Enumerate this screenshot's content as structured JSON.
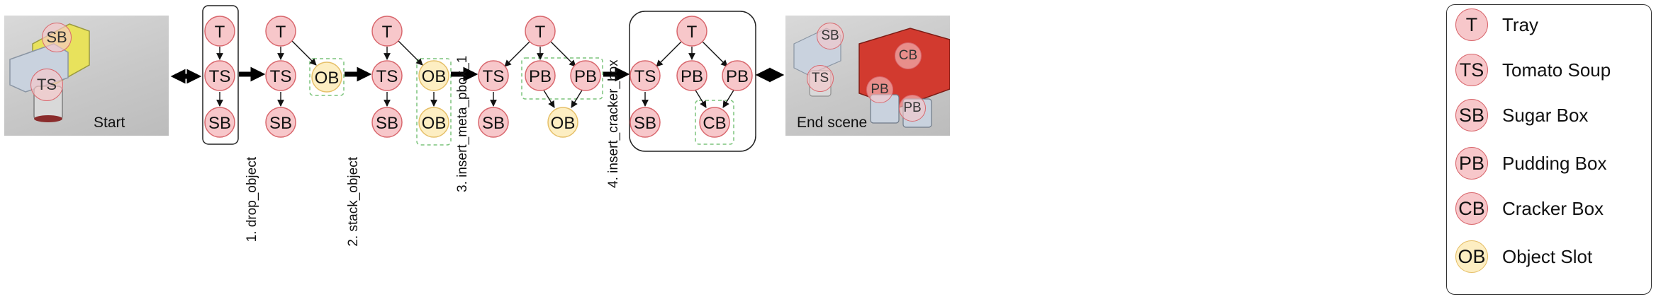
{
  "colors": {
    "object_node_fill": "#f7c7ca",
    "object_node_stroke": "#d9686e",
    "slot_node_fill": "#fdeec2",
    "slot_node_stroke": "#e6c06a",
    "group_dashed_stroke": "#7cc47c"
  },
  "scenes": {
    "start": {
      "label": "Start scene",
      "overlay_nodes": [
        "SB",
        "TS"
      ]
    },
    "end": {
      "label": "End scene",
      "overlay_nodes": [
        "SB",
        "TS",
        "CB",
        "PB",
        "PB"
      ]
    }
  },
  "steps": [
    "1. drop_object",
    "2. stack_object",
    "3. insert_meta_pbox_1",
    "4. insert_cracker_box"
  ],
  "graphs": [
    {
      "nodes": [
        "T",
        "TS",
        "SB"
      ]
    },
    {
      "nodes": [
        "T",
        "TS",
        "SB",
        "OB"
      ]
    },
    {
      "nodes": [
        "T",
        "TS",
        "SB",
        "OB",
        "OB"
      ]
    },
    {
      "nodes": [
        "T",
        "TS",
        "SB",
        "PB",
        "PB",
        "OB"
      ]
    },
    {
      "nodes": [
        "T",
        "TS",
        "SB",
        "PB",
        "PB",
        "CB"
      ]
    }
  ],
  "legend": [
    {
      "abbr": "T",
      "label": "Tray",
      "kind": "object"
    },
    {
      "abbr": "TS",
      "label": "Tomato Soup",
      "kind": "object"
    },
    {
      "abbr": "SB",
      "label": "Sugar Box",
      "kind": "object"
    },
    {
      "abbr": "PB",
      "label": "Pudding Box",
      "kind": "object"
    },
    {
      "abbr": "CB",
      "label": "Cracker Box",
      "kind": "object"
    },
    {
      "abbr": "OB",
      "label": "Object Slot",
      "kind": "slot"
    }
  ]
}
